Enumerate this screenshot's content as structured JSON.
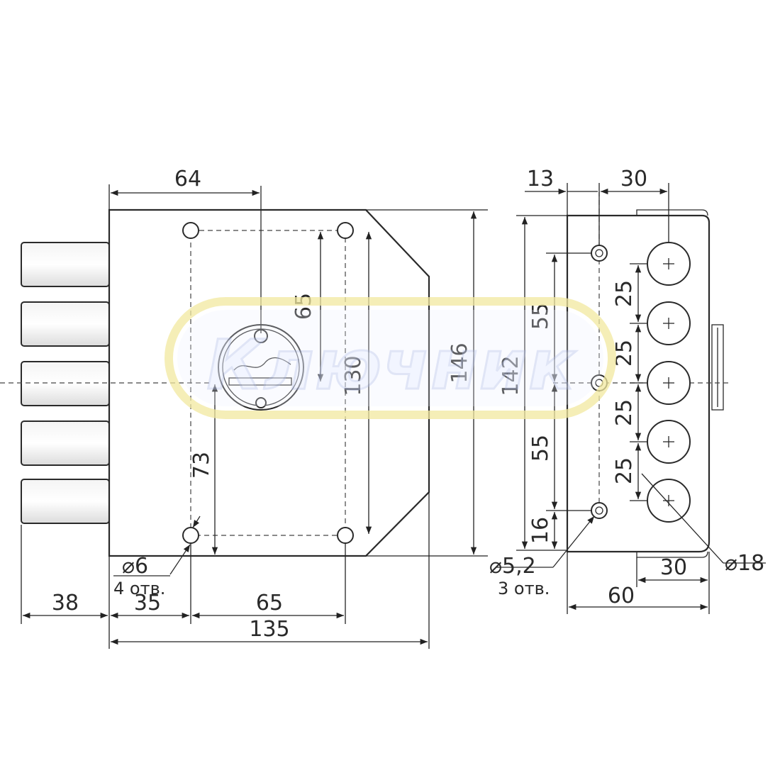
{
  "watermark": {
    "text": "Ключник"
  },
  "front_view": {
    "dims": {
      "top_width": "64",
      "hole_spacing_vertical": "65",
      "mount_height": "130",
      "total_height": "146",
      "key_center_height": "73",
      "bolt_projection": "38",
      "left_offset": "35",
      "hole_spacing_horizontal": "65",
      "total_width": "135"
    },
    "hole_note": {
      "diameter": "⌀6",
      "count": "4 отв."
    }
  },
  "side_view": {
    "dims": {
      "offset_13": "13",
      "width_30_top": "30",
      "height_142": "142",
      "spacing_55_top": "55",
      "spacing_55_bottom": "55",
      "offset_16": "16",
      "bolt_pitch": [
        "25",
        "25",
        "25",
        "25"
      ],
      "width_30_bottom": "30",
      "depth_60": "60",
      "bolt_diameter": "⌀18"
    },
    "hole_note": {
      "diameter": "⌀5,2",
      "count": "3 отв."
    }
  },
  "colors": {
    "line": "#2a2a2a",
    "watermark": "#e6ecff",
    "watermark_ring": "#f2e9a0"
  }
}
